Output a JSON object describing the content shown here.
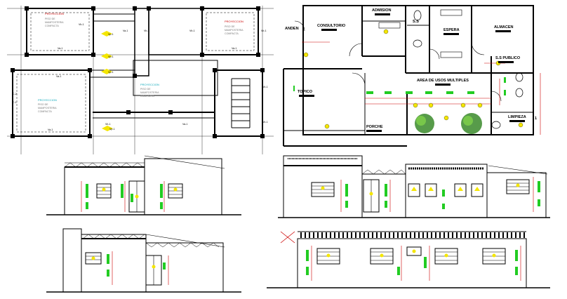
{
  "rooms": {
    "consultorio": "CONSULTORIO",
    "admision": "ADMISION",
    "espera": "ESPERA",
    "almacen": "ALMACEN",
    "anden": "ANDEN",
    "ss": "S.S",
    "ss_publico": "S.S PUBLICO",
    "area_usos": "AREA DE USOS MULTIPLES",
    "topico": "TOPICO",
    "limpieza": "LIMPIEZA",
    "porche": "PORCHE"
  },
  "notes": {
    "proyeccion": "PROYECCION",
    "piso_1": "PISO DE",
    "piso_2": "MAMPOSTERIA",
    "piso_3": "COMPACTA",
    "number_1": "1"
  },
  "structural_tags": {
    "vp1": "Vp-1",
    "vb1": "Vb-1",
    "va1": "Va-1",
    "c1": "C-1",
    "c2": "C-2"
  },
  "colors": {
    "line": "#000000",
    "dim_red": "#cc0000",
    "proj_cyan": "#11aabb",
    "green": "#22cc22",
    "yellow": "#f4e600",
    "hatch_gray": "#888888",
    "tree_green": "#3a8a2a"
  }
}
